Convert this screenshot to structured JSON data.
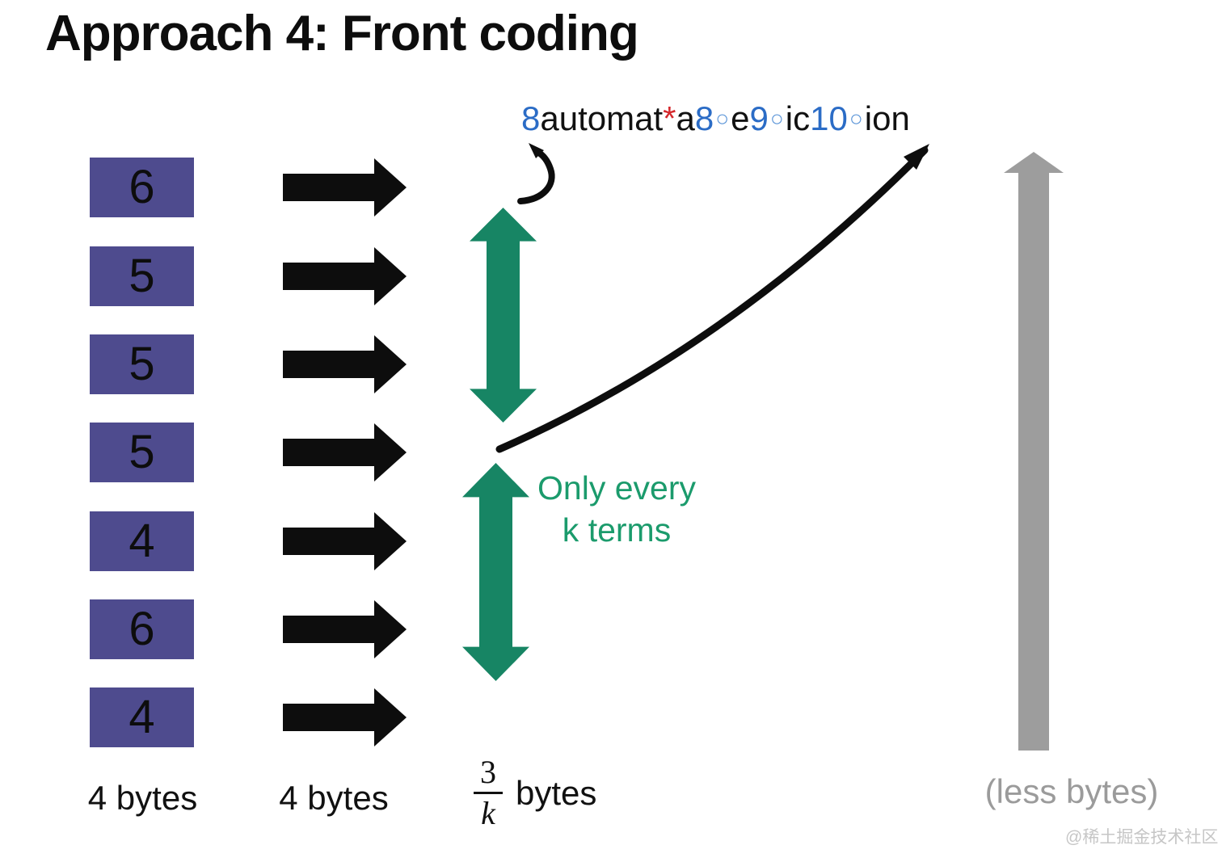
{
  "title": "Approach 4: Front coding",
  "encoded": {
    "segments": [
      {
        "text": "8",
        "color": "#2b6cc6"
      },
      {
        "text": "automat",
        "color": "#111111"
      },
      {
        "text": "*",
        "color": "#d5282c"
      },
      {
        "text": "a",
        "color": "#111111"
      },
      {
        "text": "8",
        "color": "#2b6cc6"
      },
      {
        "text": "○",
        "color": "#5b95d8"
      },
      {
        "text": "e",
        "color": "#111111"
      },
      {
        "text": "9",
        "color": "#2b6cc6"
      },
      {
        "text": "○",
        "color": "#5b95d8"
      },
      {
        "text": "ic",
        "color": "#111111"
      },
      {
        "text": "10",
        "color": "#2b6cc6"
      },
      {
        "text": "○",
        "color": "#5b95d8"
      },
      {
        "text": "ion",
        "color": "#111111"
      }
    ]
  },
  "terms": {
    "lengths": [
      "6",
      "5",
      "5",
      "5",
      "4",
      "6",
      "4"
    ]
  },
  "annotations": {
    "only_every_line1": "Only every",
    "only_every_line2": "k terms"
  },
  "footer": {
    "col1_label": "4 bytes",
    "col2_label": "4 bytes",
    "fraction_numerator": "3",
    "fraction_denominator": "k",
    "fraction_unit": "bytes",
    "right_label": "(less bytes)"
  },
  "watermark": "@稀土掘金技术社区",
  "colors": {
    "title_black": "#0d0d0d",
    "arrow_black": "#0d0d0d",
    "box_purple": "#4e4b8e",
    "green_arrow": "#178564",
    "green_text": "#1b9b6c",
    "gray_arrow": "#9d9d9d",
    "gray_text": "#9b9b9b",
    "watermark_gray": "#c6c6c6"
  }
}
